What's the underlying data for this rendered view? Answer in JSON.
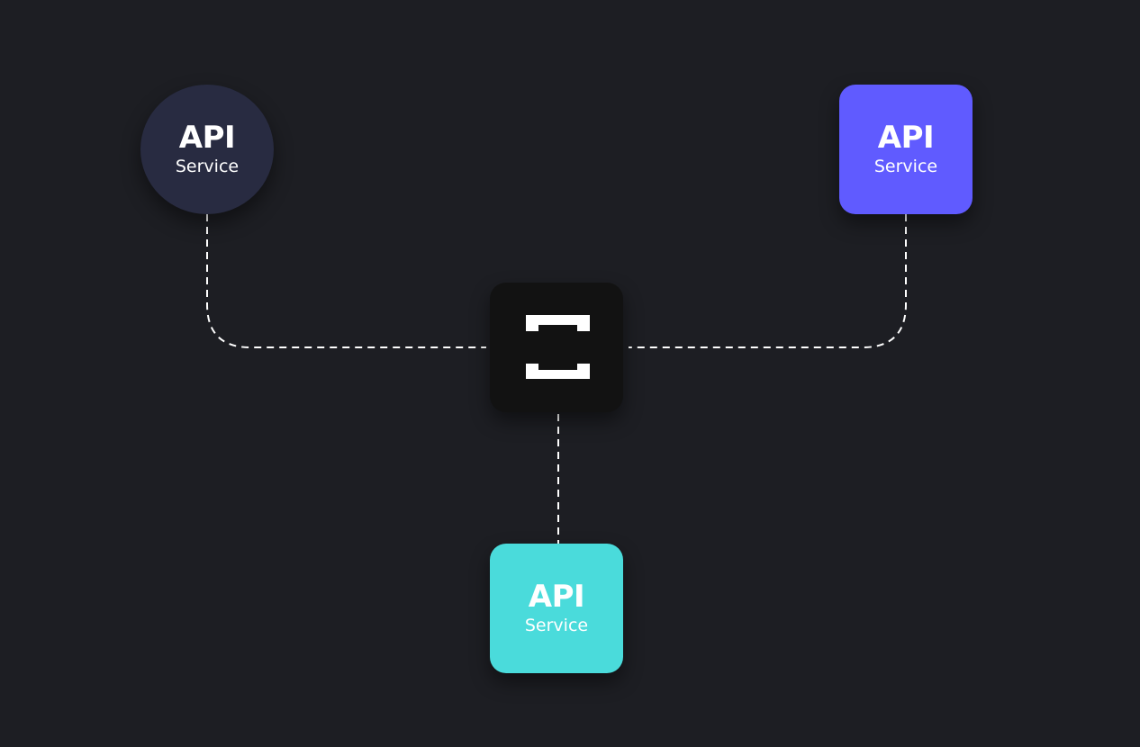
{
  "colors": {
    "background": "#1d1e23",
    "connector": "#ffffff",
    "hub": "#121212",
    "hub_icon": "#ffffff"
  },
  "hub": {
    "icon": "bracket-logo-icon"
  },
  "nodes": {
    "top_left": {
      "title": "API",
      "subtitle": "Service",
      "shape": "circle",
      "color": "#282b41"
    },
    "top_right": {
      "title": "API",
      "subtitle": "Service",
      "shape": "rounded-square",
      "color": "#605bff"
    },
    "bottom": {
      "title": "API",
      "subtitle": "Service",
      "shape": "rounded-square",
      "color": "#4adbdb"
    }
  }
}
